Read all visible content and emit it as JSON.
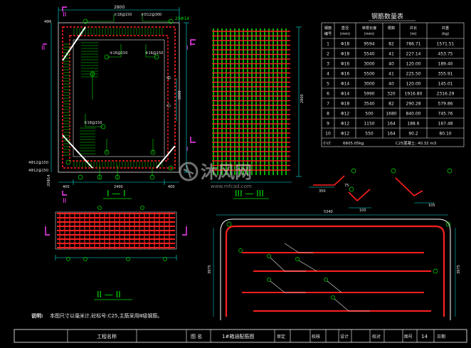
{
  "colors": {
    "background": "#000000",
    "rebar": "#ff2020",
    "stirrup": "#00e000",
    "dimension": "#00e6e6",
    "text": "#e8e8e8",
    "highlight": "#f2f200",
    "section_mark": "#ff40ff",
    "frame": "#ffffff"
  },
  "sections": {
    "sec1_title": "I — I",
    "sec2_title": "II — II",
    "sec3_title": "III — III",
    "sec1_marks": [
      "II",
      "II",
      "II"
    ],
    "sec3_side_marks": [
      "I",
      "I"
    ]
  },
  "sec1_dims": {
    "top_overall": "2800",
    "top_mark_a": "①18@150",
    "top_mark_b": "⑤D12@300",
    "top_right": "25Φ14",
    "left_top": "4Φ6",
    "label_n3": "③16@150",
    "label_n4": "④16@150",
    "label_n5": "⑤18@150",
    "right_side": "2800",
    "center_label": "中",
    "center_label2": "心",
    "left_low_a": "4Φ12@150",
    "left_low_b": "4Φ12@150",
    "left_vertical": "20Φ14",
    "bottom_left": "400",
    "bottom_mid": "2400",
    "bottom_right": "400"
  },
  "sec3_dims": {
    "height": "2800",
    "overall_bottom": ""
  },
  "table": {
    "title": "钢筋数量表",
    "headers": [
      "钢筋\n编号",
      "直径\n(mm)",
      "单根长度\n(mm)",
      "根数",
      "共长\n(m)",
      "共重\n(kg)"
    ],
    "rows": [
      [
        "1",
        "Φ18",
        "9594",
        "82",
        "786.71",
        "1571.51"
      ],
      [
        "2",
        "Φ18",
        "5540",
        "41",
        "227.14",
        "453.75"
      ],
      [
        "3",
        "Φ16",
        "3000",
        "40",
        "120.00",
        "189.40"
      ],
      [
        "4",
        "Φ16",
        "5500",
        "41",
        "225.50",
        "355.91"
      ],
      [
        "5",
        "Φ14",
        "3000",
        "40",
        "120.00",
        "145.01"
      ],
      [
        "6",
        "Φ14",
        "5990",
        "320",
        "1916.80",
        "2316.29"
      ],
      [
        "7",
        "Φ18",
        "3540",
        "82",
        "290.28",
        "579.86"
      ],
      [
        "8",
        "Φ12",
        "500",
        "1680",
        "840.00",
        "745.76"
      ],
      [
        "9",
        "Φ12",
        "1150",
        "164",
        "188.6",
        "167.48"
      ],
      [
        "10",
        "Φ12",
        "550",
        "164",
        "90.2",
        "80.10"
      ]
    ],
    "footer_label": "小计",
    "footer_weight": "6605.05kg",
    "footer_concrete": "C25混凝土: 40.32 m3"
  },
  "bar_shapes": {
    "shape1_a": "350",
    "shape1_b": "75",
    "shape2_a": "100",
    "shape3_a": "105",
    "big_top": "5340",
    "big_left": "3975",
    "big_right": "3975"
  },
  "note": {
    "label": "说明:",
    "text": "本图尺寸以毫米计,砼标号:C25,主筋采用Ⅲ级钢筋。"
  },
  "title_block": {
    "project_label": "工程名称",
    "project_value": "",
    "drawing_label": "图 名",
    "drawing_value": "1#箱涵配筋图",
    "review_label": "审定",
    "check_label": "校核",
    "design_label": "设计",
    "verify_label": "校对",
    "sheet_label": "图号",
    "sheet_value": "14",
    "date_label": "日期"
  },
  "watermark": {
    "brand": "沐风网",
    "url": "www.mfcad.com"
  }
}
